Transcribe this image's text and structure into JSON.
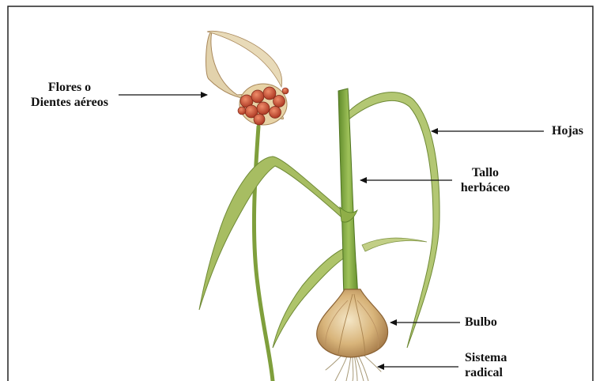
{
  "labels": {
    "flowers": {
      "line1": "Flores o",
      "line2": "Dientes aéreos"
    },
    "leaves": {
      "line1": "Hojas"
    },
    "stem": {
      "line1": "Tallo",
      "line2": "herbáceo"
    },
    "bulb": {
      "line1": "Bulbo"
    },
    "roots": {
      "line1": "Sistema",
      "line2": "radical"
    }
  },
  "colors": {
    "stem": "#7fa23c",
    "leaf": "#9cb55a",
    "bulb": "#c9a36a",
    "bulb_highlight": "#efdcb2",
    "cloves": "#c24a2e",
    "spathe": "#d8c6a0",
    "roots": "#a89a78",
    "arrow": "#111111",
    "frame": "#222222"
  }
}
